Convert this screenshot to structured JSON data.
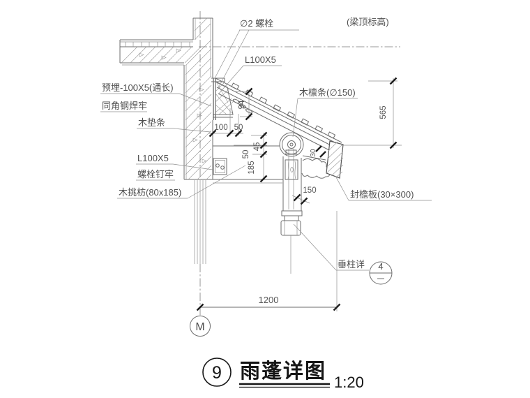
{
  "labels": {
    "bolt_note": "∅2 螺栓",
    "beam_top_level": "(梁顶标高)",
    "angle_steel_top": "L100X5",
    "purlin": "木檩条(∅150)",
    "embed_line1": "预埋-100X5(通长)",
    "embed_line2": "同角钢焊牢",
    "wood_pad": "木垫条",
    "angle_steel_left": "L100X5",
    "bolt_fasten": "螺栓钉牢",
    "cantilever": "木挑枋(80x185)",
    "fascia": "封檐板(30×300)",
    "pendant_ref": "垂柱详",
    "detail_no": "4",
    "grid": "M"
  },
  "dims": {
    "d100": "100",
    "d50_top": "50",
    "d94": "94",
    "d45": "45",
    "d50_side": "50",
    "d185": "185",
    "d565": "565",
    "d150": "150",
    "d30": "30",
    "d1200": "1200"
  },
  "title": {
    "number": "9",
    "name": "雨蓬详图",
    "scale": "1:20"
  },
  "colors": {
    "line": "#6e6e6e",
    "tick": "#1d1d1d",
    "text": "#4f4f4f",
    "title": "#161616",
    "background": "#ffffff"
  }
}
